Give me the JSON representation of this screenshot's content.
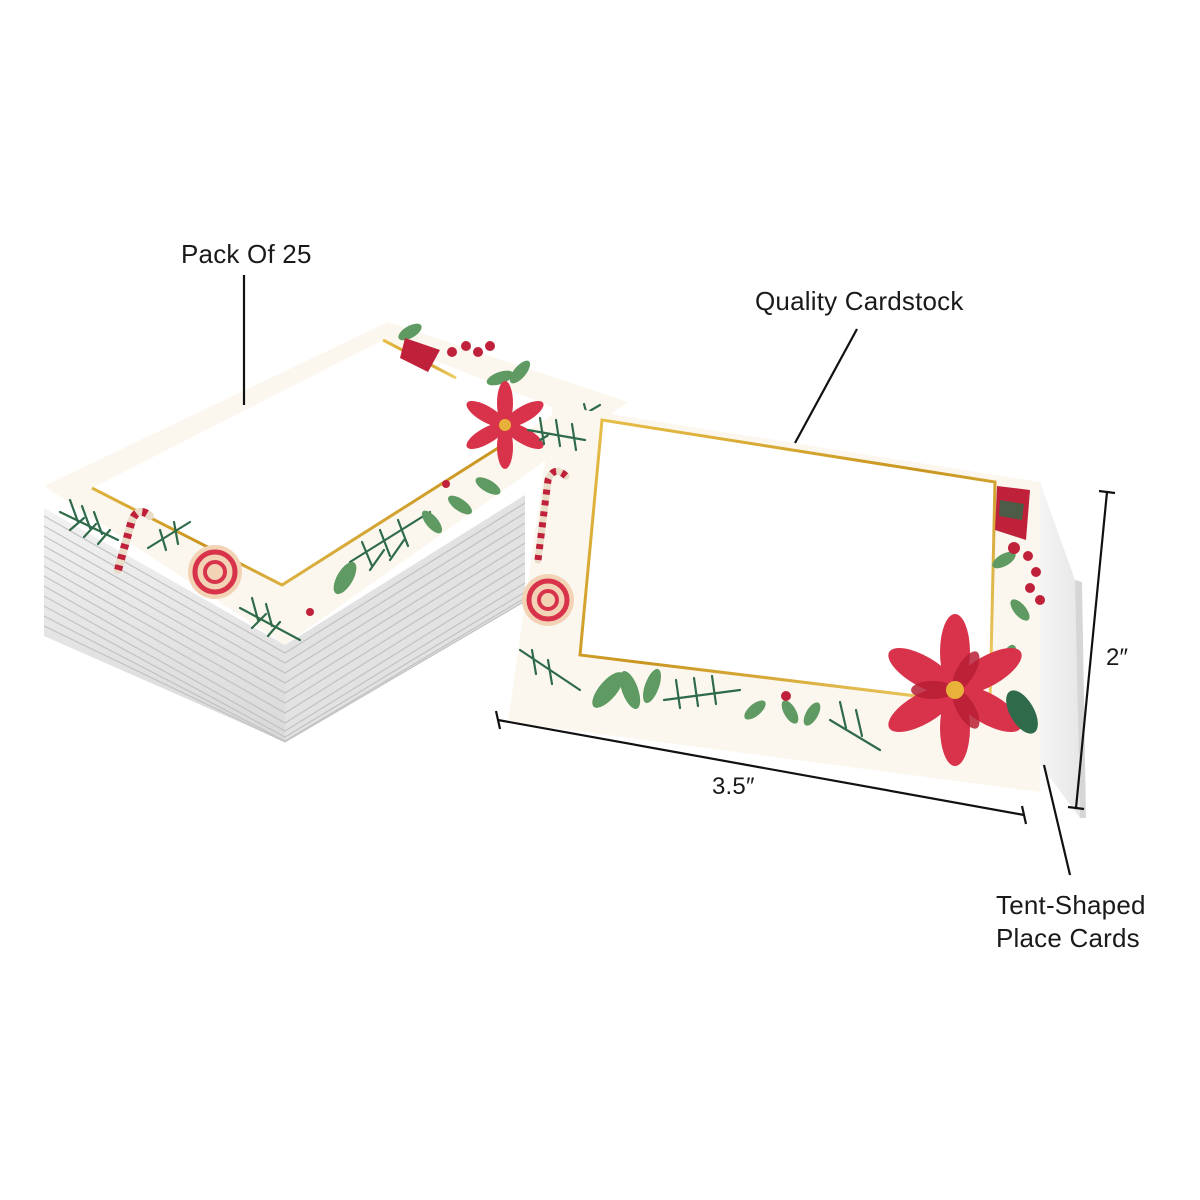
{
  "callouts": {
    "pack": "Pack Of 25",
    "material": "Quality Cardstock",
    "shape_line1": "Tent-Shaped",
    "shape_line2": "Place Cards"
  },
  "dimensions": {
    "width": "3.5″",
    "height": "2″"
  },
  "colors": {
    "background": "#ffffff",
    "card": "#ffffff",
    "border_cream": "#fbf7ee",
    "gold_frame": "#d9a92e",
    "pine_green": "#2f6b4a",
    "leaf_green": "#5f9a63",
    "poinsettia_red": "#d8334a",
    "berry_red": "#c0213a",
    "label_text": "#1a1a1a"
  }
}
